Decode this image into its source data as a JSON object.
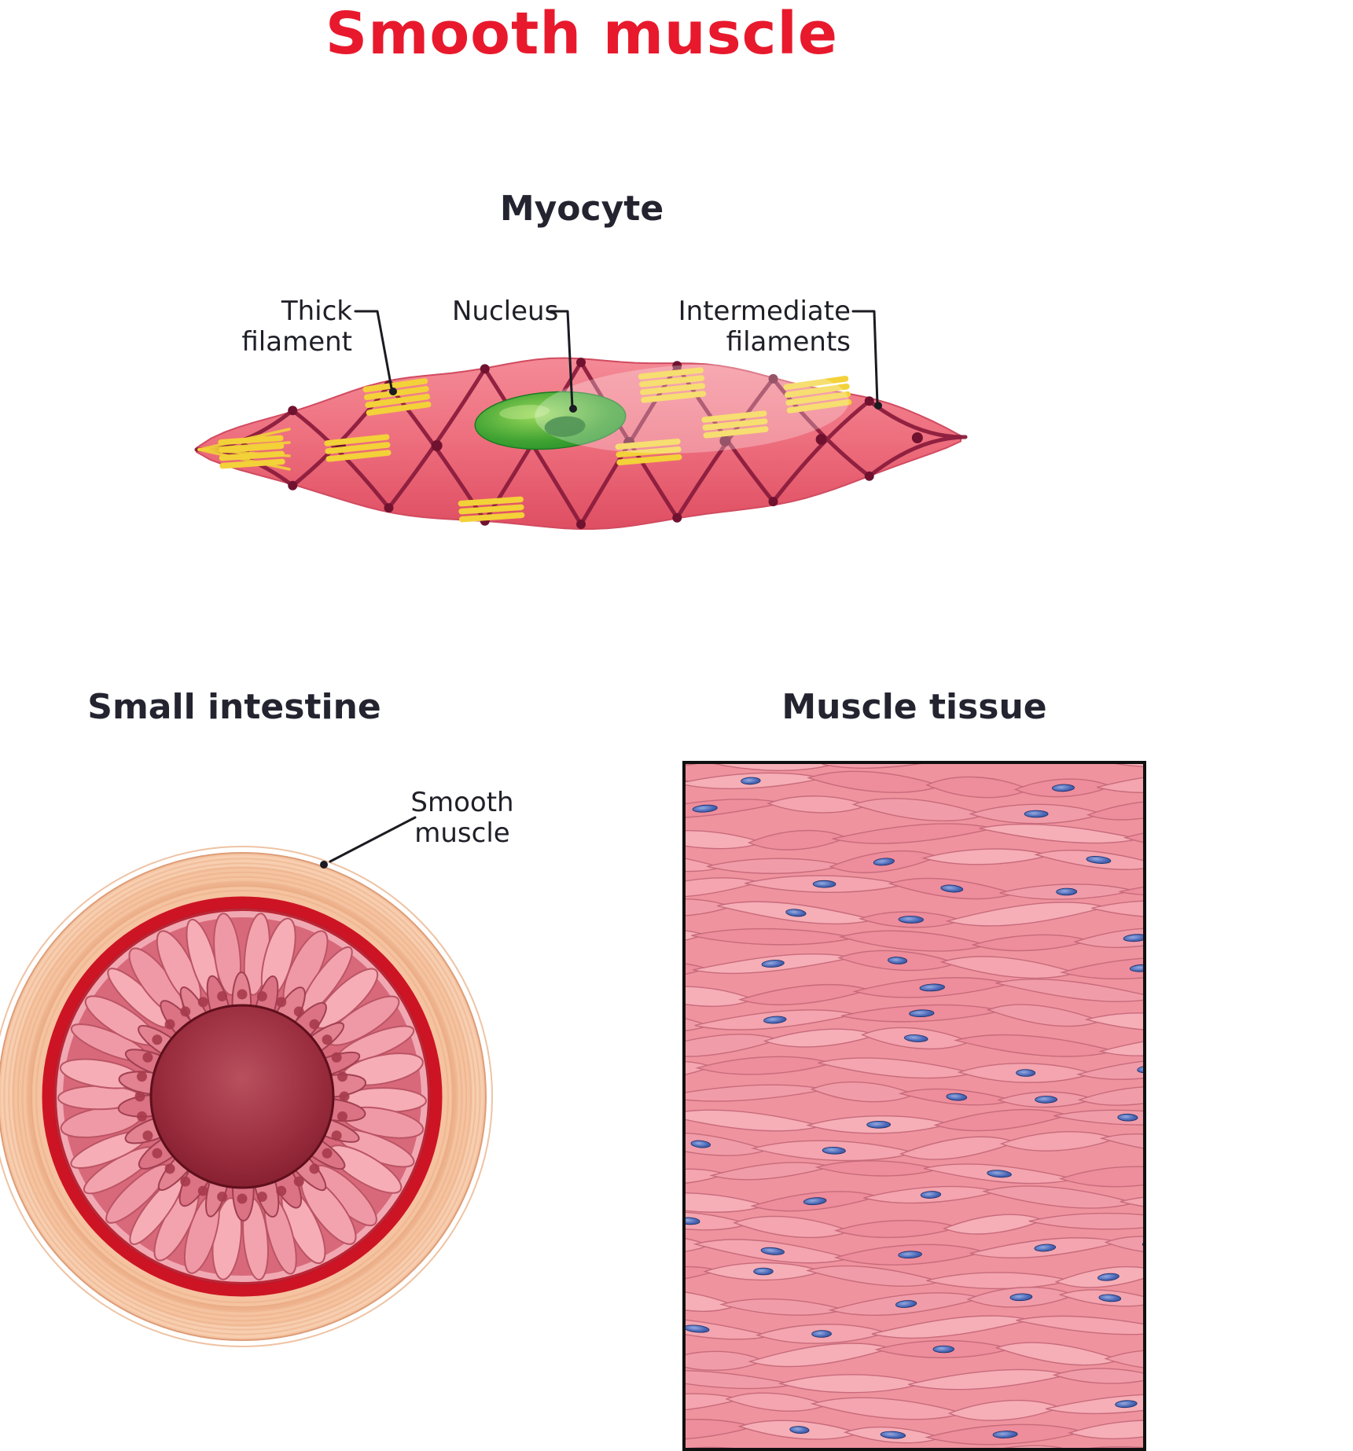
{
  "title": "Smooth muscle",
  "sections": {
    "myocyte": {
      "heading": "Myocyte",
      "labels": {
        "thick_filament": "Thick filament",
        "nucleus": "Nucleus",
        "intermediate_filaments": "Intermediate filaments"
      }
    },
    "small_intestine": {
      "heading": "Small intestine",
      "callout": "Smooth muscle"
    },
    "muscle_tissue": {
      "heading": "Muscle tissue"
    }
  },
  "colors": {
    "title_red": "#e8192c",
    "heading_dark": "#23242f",
    "cell_body_pink": "#ee707f",
    "cell_body_edge": "#d14b60",
    "mesh_dark_red": "#8c1d3d",
    "dense_body": "#70122f",
    "thick_filament_yellow": "#f3d139",
    "nucleus_green": "#3fa232",
    "leader_line": "#1b1b22",
    "serosa_peach": "#f5c3a0",
    "red_ring": "#cd1425",
    "submucosa_pink": "#f0a9b2",
    "villi_pink": "#f6adb6",
    "lumen_dark_red": "#7a1626",
    "tissue_base_pink": "#ef939f",
    "tissue_cell_stroke": "#c6697a",
    "tissue_nucleus_blue": "#33519f",
    "panel_border": "#101010"
  }
}
